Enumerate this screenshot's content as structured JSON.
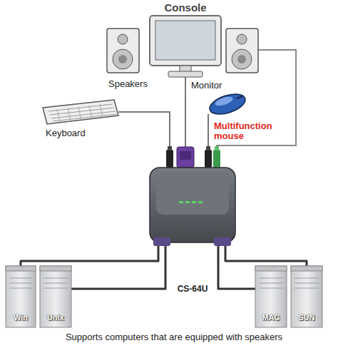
{
  "diagram": {
    "title": "Console",
    "caption": "Supports computers that are equipped with speakers",
    "nodes": [
      {
        "text": [
          "Monitor"
        ]
      },
      {
        "text": [
          "Keyboard"
        ]
      },
      {
        "text": [
          "Multifunction mouse"
        ]
      },
      {
        "text": [
          "CS-64U"
        ]
      },
      {
        "text": [
          "Win"
        ]
      },
      {
        "text": [
          "Unix"
        ]
      },
      {
        "text": [
          "MAC"
        ]
      },
      {
        "text": [
          "SUN"
        ]
      }
    ],
    "edges": [
      {
        "from": 1,
        "to": 3,
        "arrow": "none"
      },
      {
        "from": 0,
        "to": 3,
        "arrow": "none"
      },
      {
        "from": 2,
        "to": 3,
        "arrow": "none"
      },
      {
        "from": 3,
        "to": 4,
        "arrow": "none"
      },
      {
        "from": 3,
        "to": 5,
        "arrow": "none"
      },
      {
        "from": 3,
        "to": 6,
        "arrow": "none"
      },
      {
        "from": 3,
        "to": 7,
        "arrow": "none"
      }
    ],
    "labels": [
      "Speakers"
    ]
  }
}
